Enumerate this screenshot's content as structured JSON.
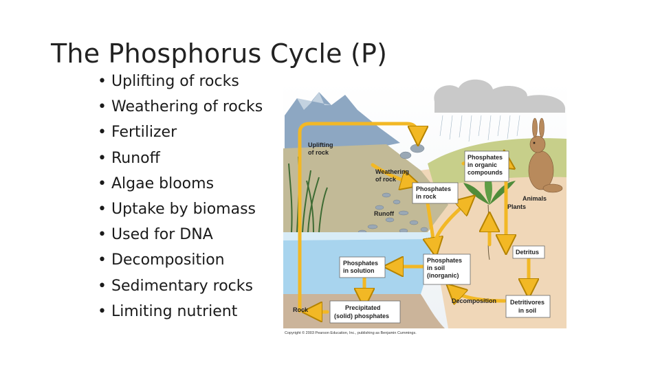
{
  "slide": {
    "title": "The Phosphorus Cycle (P)",
    "bullets": [
      "Uplifting of rocks",
      "Weathering of rocks",
      "Fertilizer",
      "Runoff",
      "Algae blooms",
      "Uptake by biomass",
      "Used for DNA",
      "Decomposition",
      "Sedimentary rocks",
      "Limiting nutrient"
    ]
  },
  "diagram": {
    "labels": {
      "uplifting_1": "Uplifting",
      "uplifting_2": "of rock",
      "weathering_1": "Weathering",
      "weathering_2": "of rock",
      "runoff": "Runoff",
      "phos_rock_1": "Phosphates",
      "phos_rock_2": "in rock",
      "phos_org_1": "Phosphates",
      "phos_org_2": "in organic",
      "phos_org_3": "compounds",
      "animals": "Animals",
      "plants": "Plants",
      "phos_sol_1": "Phosphates",
      "phos_sol_2": "in solution",
      "phos_soil_1": "Phosphates",
      "phos_soil_2": "in soil",
      "phos_soil_3": "(inorganic)",
      "detritus": "Detritus",
      "decomposition": "Decomposition",
      "detritivores_1": "Detritivores",
      "detritivores_2": "in soil",
      "precip_1": "Precipitated",
      "precip_2": "(solid) phosphates",
      "rock": "Rock",
      "copyright": "Copyright © 2003 Pearson Education, Inc., publishing as Benjamin Cummings."
    },
    "colors": {
      "arrow": "#f2b825",
      "water": "#a8d4ee",
      "soil": "#f0d7b8",
      "mountain": "#8da7c2",
      "cloud": "#c9c9c9"
    }
  }
}
